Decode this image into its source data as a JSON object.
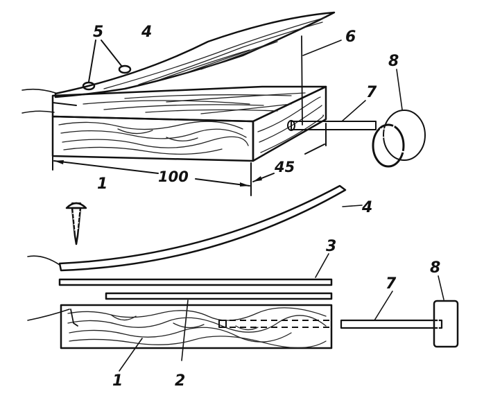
{
  "labels": {
    "base": "1",
    "strip_2": "2",
    "strip_3": "3",
    "spring": "4",
    "screws": "5",
    "thread": "6",
    "axle": "7",
    "knob": "8"
  },
  "dimensions": {
    "length": "100",
    "width": "45"
  },
  "colors": {
    "ink": "#111111",
    "paper": "#ffffff"
  }
}
